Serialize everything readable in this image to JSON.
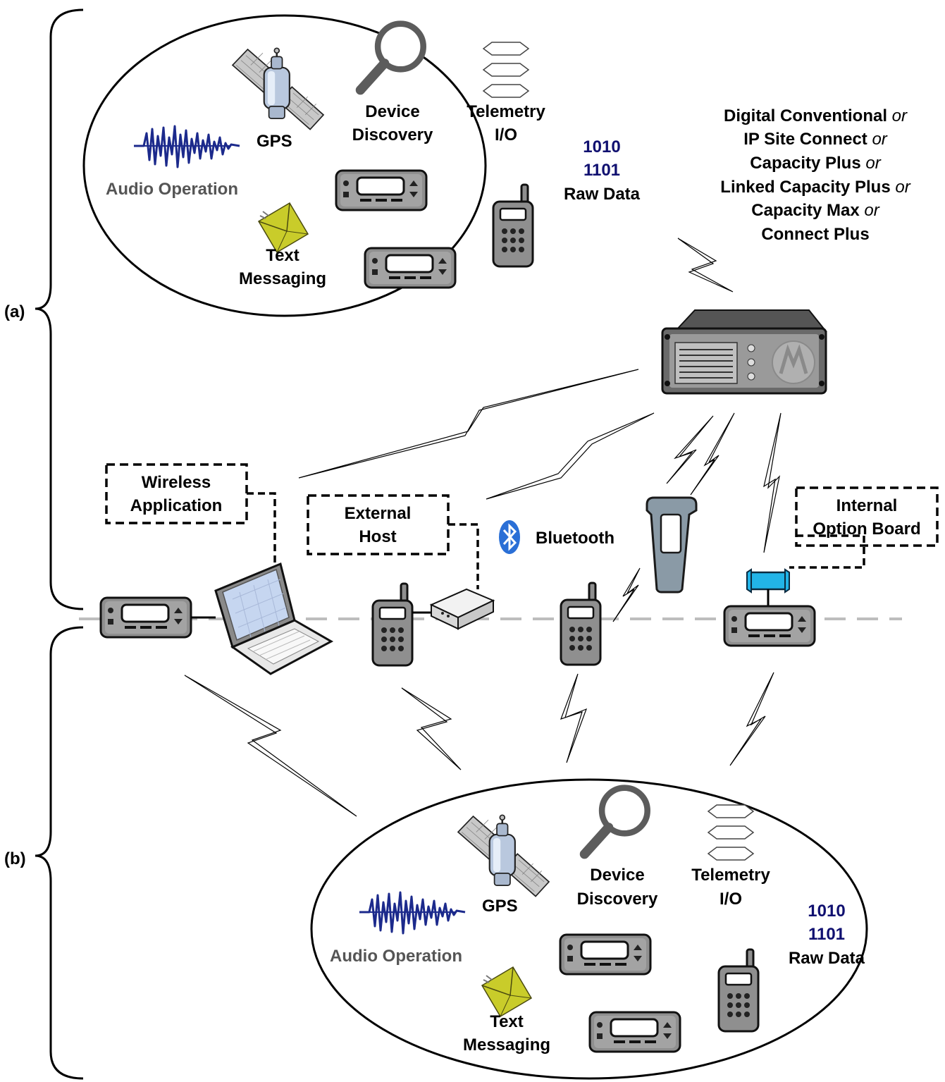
{
  "braces": {
    "top_label": "(a)",
    "bottom_label": "(b)"
  },
  "top_cluster": {
    "gps": "GPS",
    "device_discovery": [
      "Device",
      "Discovery"
    ],
    "telemetry": [
      "Telemetry",
      "I/O"
    ],
    "raw_data": [
      "1010",
      "1101",
      "Raw Data"
    ],
    "audio": "Audio Operation",
    "text_messaging": [
      "Text",
      "Messaging"
    ]
  },
  "bottom_cluster": {
    "gps": "GPS",
    "device_discovery": [
      "Device",
      "Discovery"
    ],
    "telemetry": [
      "Telemetry",
      "I/O"
    ],
    "raw_data": [
      "1010",
      "1101",
      "Raw Data"
    ],
    "audio": "Audio Operation",
    "text_messaging": [
      "Text",
      "Messaging"
    ]
  },
  "systems": [
    {
      "name": "Digital Conventional",
      "suffix": "or"
    },
    {
      "name": "IP Site Connect",
      "suffix": "or"
    },
    {
      "name": "Capacity Plus",
      "suffix": "or"
    },
    {
      "name": "Linked Capacity Plus",
      "suffix": "or"
    },
    {
      "name": "Capacity Max",
      "suffix": "or"
    },
    {
      "name": "Connect Plus",
      "suffix": ""
    }
  ],
  "callouts": {
    "wireless_application": [
      "Wireless",
      "Application"
    ],
    "external_host": [
      "External",
      "Host"
    ],
    "internal_option_board": [
      "Internal",
      "Option Board"
    ],
    "bluetooth": "Bluetooth"
  },
  "colors": {
    "audio_wave": "#1c2a8c",
    "envelope": "#c9cc2a",
    "option_board": "#22b4e8",
    "bluetooth": "#2a6fd6",
    "divider": "#bdbdbd"
  }
}
